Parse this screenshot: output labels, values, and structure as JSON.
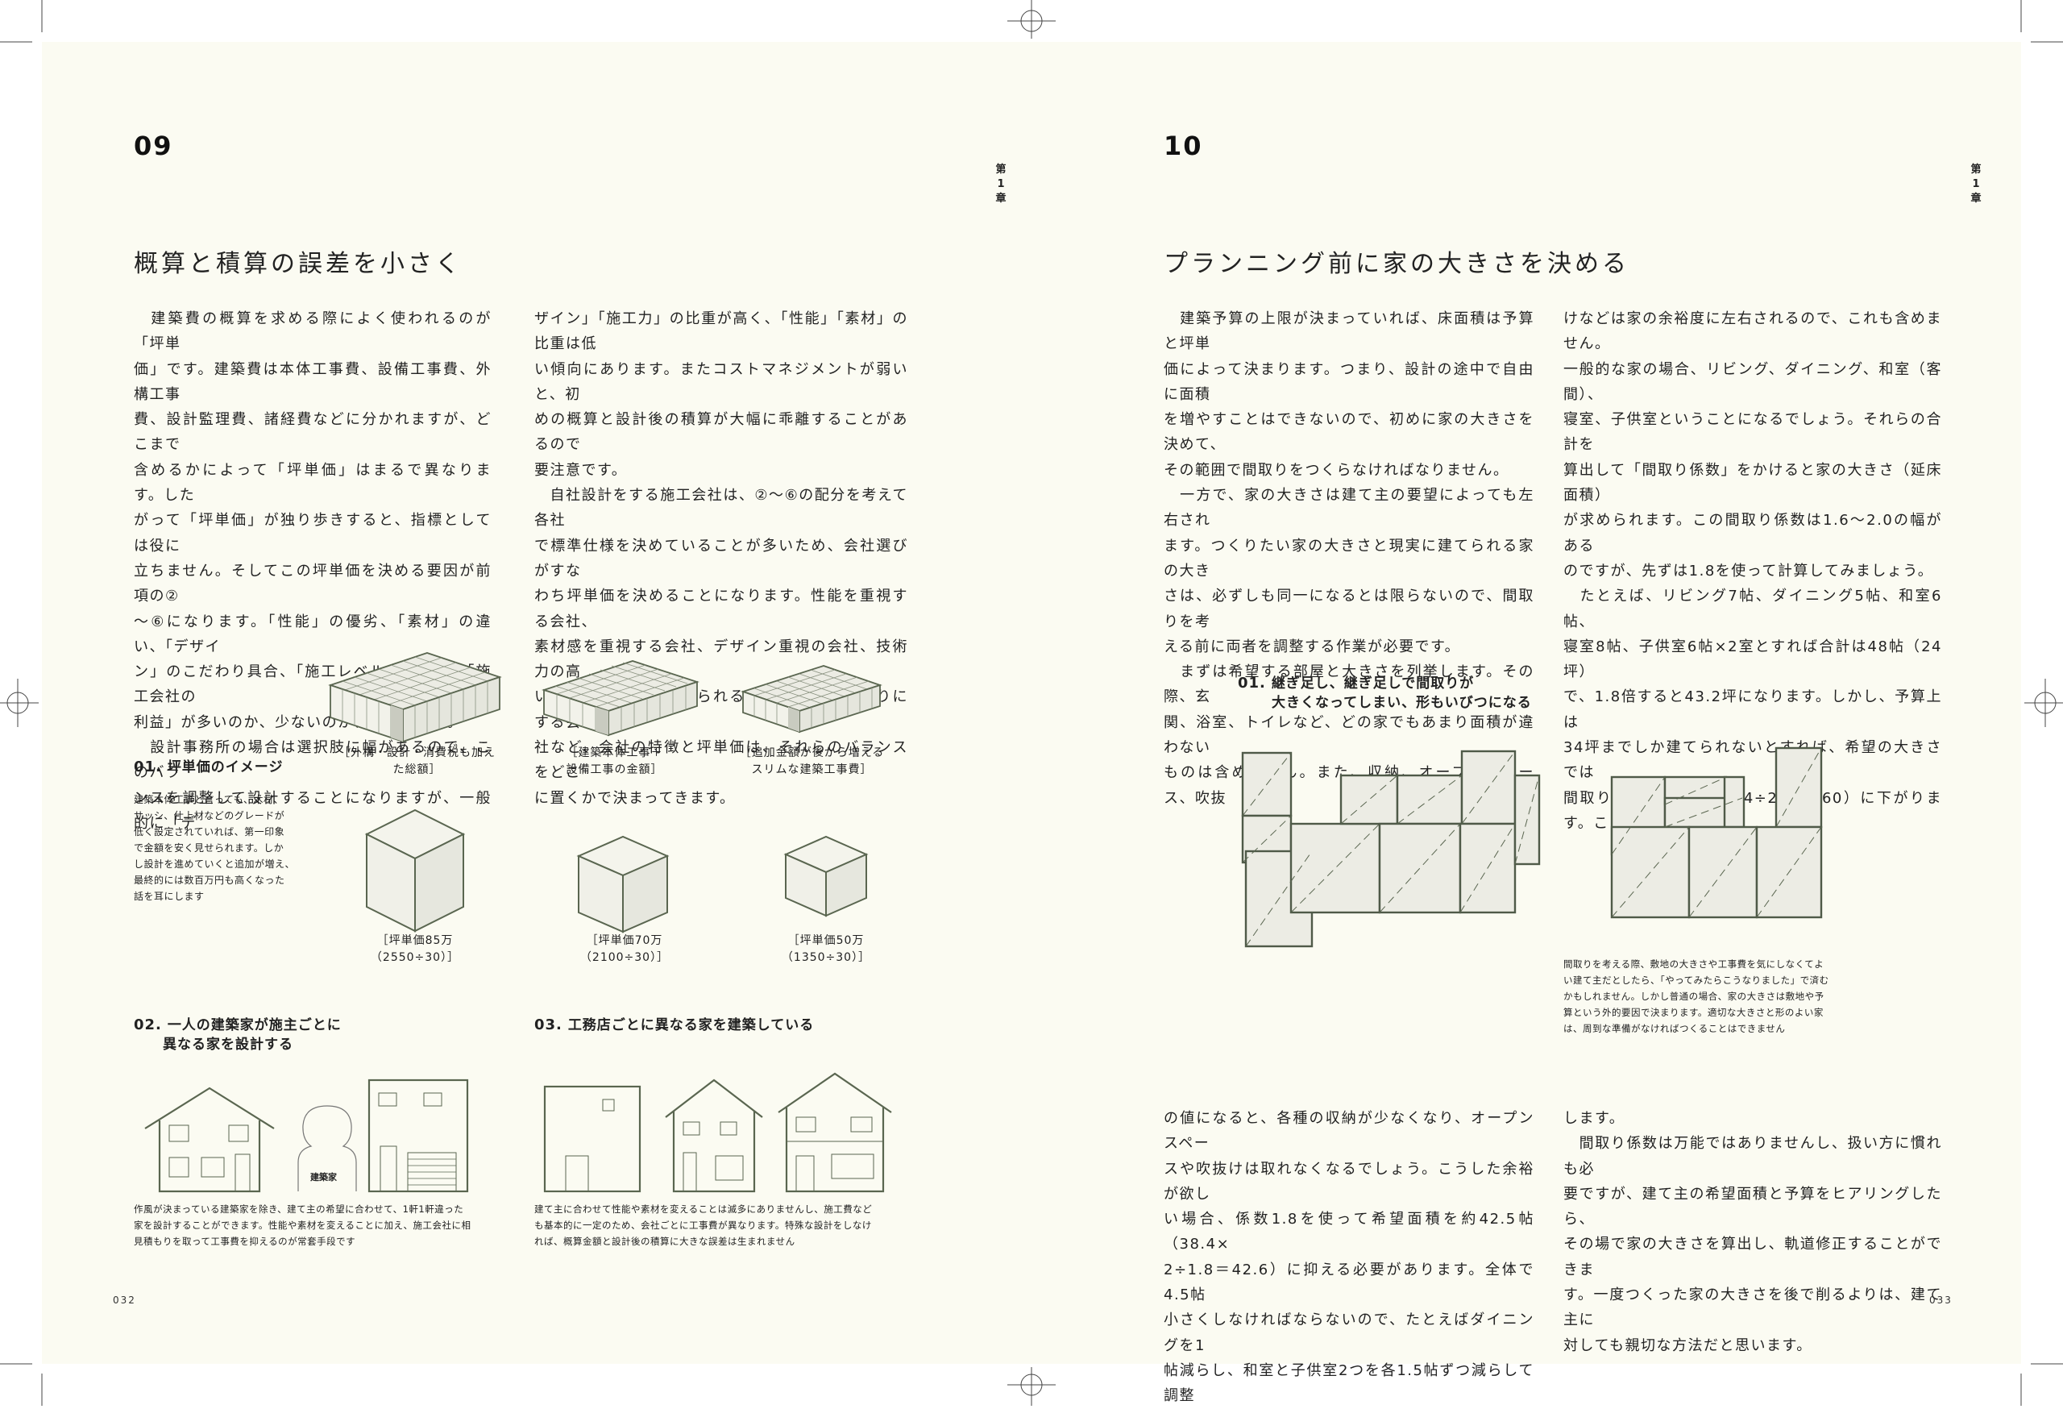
{
  "left": {
    "section_number": "09",
    "chapter_mark": "第1章",
    "title": "概算と積算の誤差を小さく",
    "col1": [
      "　建築費の概算を求める際によく使われるのが「坪単",
      "価」です。建築費は本体工事費、設備工事費、外構工事",
      "費、設計監理費、諸経費などに分かれますが、どこまで",
      "含めるかによって「坪単価」はまるで異なります。した",
      "がって「坪単価」が独り歩きすると、指標としては役に",
      "立ちません。そしてこの坪単価を決める要因が前項の②",
      "〜⑥になります。「性能」の優劣、「素材」の違い、「デザイ",
      "ン」のこだわり具合、「施工レベル」の優劣、「施工会社の",
      "利益」が多いのか、少ないのか、適正なのか。",
      "　設計事務所の場合は選択肢に幅があるので、このバラ",
      "ンスを調整して設計することになりますが、一般的に「デ"
    ],
    "col2": [
      "ザイン」「施工力」の比重が高く、「性能」「素材」の比重は低",
      "い傾向にあります。またコストマネジメントが弱いと、初",
      "めの概算と設計後の積算が大幅に乖離することがあるので",
      "要注意です。",
      "　自社設計をする施工会社は、②〜⑥の配分を考えて各社",
      "で標準仕様を決めていることが多いため、会社選びがすな",
      "わち坪単価を決めることになります。性能を重視する会社、",
      "素材感を重視する会社、デザイン重視の会社、技術力の高",
      "い会社、安心して任せられる会社、低価格を売りにする会",
      "社など、会社の特徴と坪単価は、それらのバランスをどこ",
      "に置くかで決まってきます。"
    ],
    "fig1": {
      "num": "01.",
      "caption": "坪単価のイメージ",
      "note": [
        "建築本体工事と言っても、木材、",
        "サッシ、仕上材などのグレードが",
        "低く設定されていれば、第一印象",
        "で金額を安く見せられます。しか",
        "し設計を進めていくと追加が増え、",
        "最終的には数百万円も高くなった",
        "話を耳にします"
      ],
      "slab_labels": [
        [
          "［外構・設計・消費税も加え",
          "た総額］"
        ],
        [
          "［建築本体工事＋",
          "設備工事の金額］"
        ],
        [
          "［追加金額が後から増える",
          "スリムな建築工事費］"
        ]
      ],
      "cube_labels": [
        [
          "［坪単価85万",
          "（2550÷30）］"
        ],
        [
          "［坪単価70万",
          "（2100÷30）］"
        ],
        [
          "［坪単価50万",
          "（1350÷30）］"
        ]
      ]
    },
    "fig2": {
      "num": "02.",
      "caption": [
        "一人の建築家が施主ごとに",
        "異なる家を設計する"
      ],
      "person_label": "建築家",
      "note": [
        "作風が決まっている建築家を除き、建て主の希望に合わせて、1軒1軒違った",
        "家を設計することができます。性能や素材を変えることに加え、施工会社に相",
        "見積もりを取って工事費を抑えるのが常套手段です"
      ]
    },
    "fig3": {
      "num": "03.",
      "caption": "工務店ごとに異なる家を建築している",
      "note": [
        "建て主に合わせて性能や素材を変えることは滅多にありませんし、施工費など",
        "も基本的に一定のため、会社ごとに工事費が異なります。特殊な設計をしなけ",
        "れば、概算金額と設計後の積算に大きな誤差は生まれません"
      ]
    },
    "folio": "032"
  },
  "right": {
    "section_number": "10",
    "chapter_mark": "第1章",
    "title": "プランニング前に家の大きさを決める",
    "col1": [
      "　建築予算の上限が決まっていれば、床面積は予算と坪単",
      "価によって決まります。つまり、設計の途中で自由に面積",
      "を増やすことはできないので、初めに家の大きさを決めて、",
      "その範囲で間取りをつくらなければなりません。",
      "　一方で、家の大きさは建て主の要望によっても左右され",
      "ます。つくりたい家の大きさと現実に建てられる家の大き",
      "さは、必ずしも同一になるとは限らないので、間取りを考",
      "える前に両者を調整する作業が必要です。",
      "　まずは希望する部屋と大きさを列挙します。その際、玄",
      "関、浴室、トイレなど、どの家でもあまり面積が違わない",
      "ものは含めません。また、収納、オープンスペース、吹抜"
    ],
    "col2": [
      "けなどは家の余裕度に左右されるので、これも含めません。",
      "一般的な家の場合、リビング、ダイニング、和室（客間）、",
      "寝室、子供室ということになるでしょう。それらの合計を",
      "算出して「間取り係数」をかけると家の大きさ（延床面積）",
      "が求められます。この間取り係数は1.6〜2.0の幅がある",
      "のですが、先ずは1.8を使って計算してみましょう。",
      "　たとえば、リビング7帖、ダイニング5帖、和室6帖、",
      "寝室8帖、子供室6帖×2室とすれば合計は48帖（24坪）",
      "で、1.8倍すると43.2坪になります。しかし、予算上は",
      "34坪までしか建てられないとすれば、希望の大きさでは",
      "間取り係数が1.60（38.4÷24＝1.60）に下がります。こ"
    ],
    "fig1": {
      "num": "01.",
      "caption": [
        "継ぎ足し、継ぎ足しで間取りが",
        "大きくなってしまい、形もいびつになる"
      ],
      "note": [
        "間取りを考える際、敷地の大きさや工事費を気にしなくてよ",
        "い建て主だとしたら、「やってみたらこうなりました」で済む",
        "かもしれません。しかし普通の場合、家の大きさは敷地や予",
        "算という外的要因で決まります。適切な大きさと形のよい家",
        "は、周到な準備がなければつくることはできません"
      ]
    },
    "col3": [
      "の値になると、各種の収納が少なくなり、オープンスペー",
      "スや吹抜けは取れなくなるでしょう。こうした余裕が欲し",
      "い場合、係数1.8を使って希望面積を約42.5帖（38.4×",
      "2÷1.8＝42.6）に抑える必要があります。全体で4.5帖",
      "小さくしなければならないので、たとえばダイニングを1",
      "帖減らし、和室と子供室2つを各1.5帖ずつ減らして調整"
    ],
    "col4": [
      "します。",
      "　間取り係数は万能ではありませんし、扱い方に慣れも必",
      "要ですが、建て主の希望面積と予算をヒアリングしたら、",
      "その場で家の大きさを算出し、軌道修正することができま",
      "す。一度つくった家の大きさを後で削るよりは、建て主に",
      "対しても親切な方法だと思います。"
    ],
    "folio": "033"
  },
  "colors": {
    "paper": "#fbfbf2",
    "line": "#5a6650",
    "fill": "#ecece4",
    "shade": "#c9cbc0"
  }
}
